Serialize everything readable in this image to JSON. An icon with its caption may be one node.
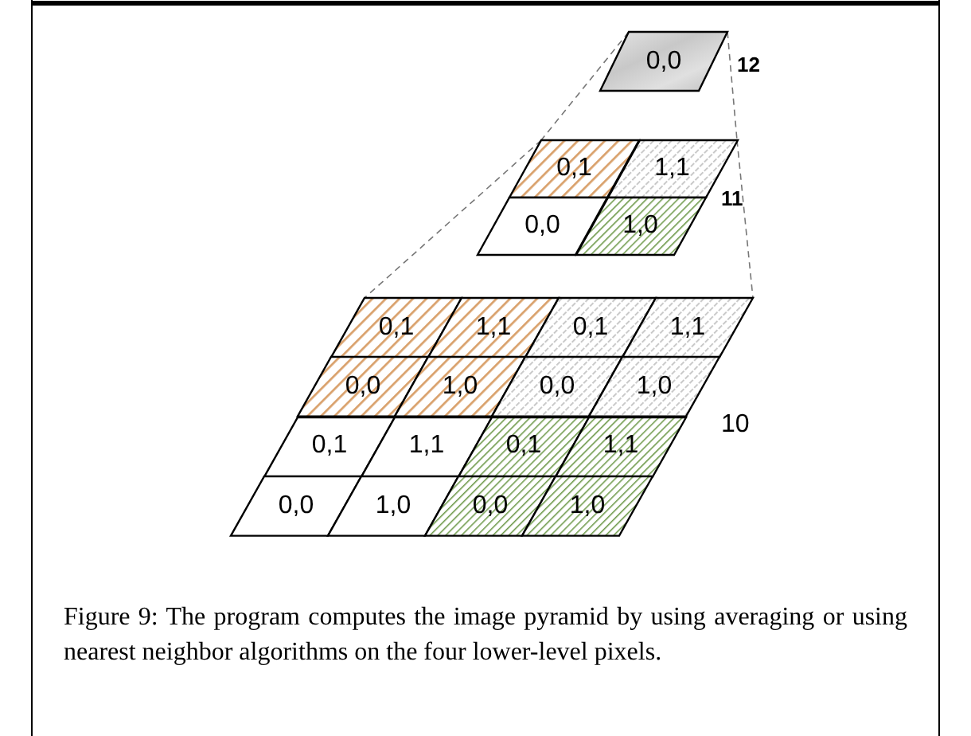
{
  "diagram": {
    "caption": "Figure 9: The program computes the image pyramid by using averaging or using nearest neighbor algorithms on the four lower-level pixels.",
    "nodes": [
      {
        "text": [
          "0,0"
        ],
        "beside": [
          "12"
        ]
      },
      {
        "text": [
          "0,1"
        ]
      },
      {
        "text": [
          "1,1"
        ]
      },
      {
        "text": [
          "0,0"
        ]
      },
      {
        "text": [
          "1,0"
        ]
      },
      {
        "text": [
          "0,1"
        ]
      },
      {
        "text": [
          "1,1"
        ]
      },
      {
        "text": [
          "0,1"
        ]
      },
      {
        "text": [
          "1,1"
        ]
      },
      {
        "text": [
          "0,0"
        ]
      },
      {
        "text": [
          "1,0"
        ]
      },
      {
        "text": [
          "0,0"
        ]
      },
      {
        "text": [
          "1,0"
        ]
      },
      {
        "text": [
          "0,1"
        ]
      },
      {
        "text": [
          "1,1"
        ]
      },
      {
        "text": [
          "0,1"
        ]
      },
      {
        "text": [
          "1,1"
        ]
      },
      {
        "text": [
          "0,0"
        ]
      },
      {
        "text": [
          "1,0"
        ]
      },
      {
        "text": [
          "0,0"
        ]
      },
      {
        "text": [
          "1,0"
        ]
      }
    ],
    "edges": [
      {
        "from": 0,
        "to": 1,
        "arrow": "none",
        "style": "dashed"
      },
      {
        "from": 0,
        "to": 2,
        "arrow": "none",
        "style": "dashed"
      },
      {
        "from": 1,
        "to": 5,
        "arrow": "none",
        "style": "dashed"
      },
      {
        "from": 2,
        "to": 8,
        "arrow": "none",
        "style": "dashed"
      }
    ],
    "labels": [
      "11",
      "10"
    ]
  }
}
